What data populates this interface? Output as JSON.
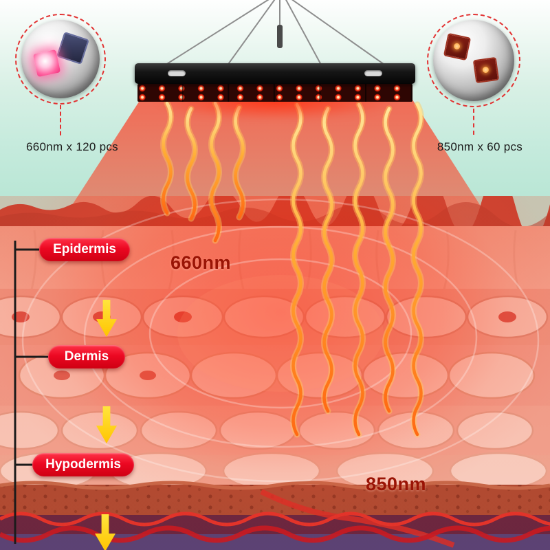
{
  "callout_left": {
    "label": "660nm x 120 pcs"
  },
  "callout_right": {
    "label": "850nm x 60 pcs"
  },
  "beam_labels": {
    "shallow": "660nm",
    "deep": "850nm"
  },
  "skin_layers": {
    "epidermis": "Epidermis",
    "dermis": "Dermis",
    "hypodermis": "Hypodermis"
  },
  "colors": {
    "accent_red": "#e3001b",
    "beam_red": "#ff2d12",
    "wave_orange": "#ff8c1a",
    "arrow_yellow": "#ffd400",
    "wavelength_text": "#9a1405",
    "callout_dash": "#e23333",
    "background_mint": "#b9e6d5"
  }
}
